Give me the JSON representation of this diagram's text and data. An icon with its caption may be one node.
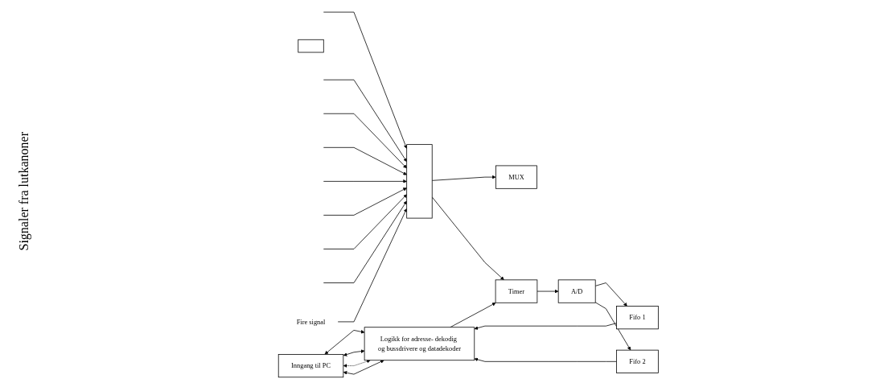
{
  "diagram": {
    "nodes": [
      {
        "text": [
          "Inngang til PC"
        ]
      },
      {
        "text": [],
        "shape": "box"
      },
      {
        "text": [
          "MUX"
        ]
      },
      {
        "text": [
          "Logikk for adresse- dekodig og bussdrivere og datadekoder"
        ]
      },
      {
        "text": [
          "Timer"
        ]
      },
      {
        "text": [
          "A/D"
        ]
      },
      {
        "text": [
          "Fifo 1"
        ]
      },
      {
        "text": [
          "Fifo 2"
        ]
      },
      {
        "text": [],
        "shape": "bar"
      },
      {
        "text": [
          "Fire signal"
        ]
      }
    ],
    "edges": [
      {
        "from": 0,
        "to": 3,
        "arrow": "both"
      },
      {
        "from": 0,
        "to": 3,
        "arrow": "both"
      },
      {
        "from": 0,
        "to": 3,
        "arrow": "both",
        "style": "dashed"
      },
      {
        "from": 0,
        "to": 3,
        "arrow": "both"
      },
      {
        "from": null,
        "to": 8,
        "arrow": "to"
      },
      {
        "from": null,
        "to": 8,
        "arrow": "to"
      },
      {
        "from": null,
        "to": 8,
        "arrow": "to"
      },
      {
        "from": null,
        "to": 8,
        "arrow": "to"
      },
      {
        "from": null,
        "to": 8,
        "arrow": "to"
      },
      {
        "from": null,
        "to": 8,
        "arrow": "to"
      },
      {
        "from": null,
        "to": 8,
        "arrow": "to"
      },
      {
        "from": null,
        "to": 8,
        "arrow": "to"
      },
      {
        "from": 9,
        "to": 8,
        "arrow": "to"
      },
      {
        "from": 8,
        "to": 2,
        "arrow": "to"
      },
      {
        "from": 3,
        "to": 4,
        "arrow": "to"
      },
      {
        "from": 4,
        "to": 5,
        "arrow": "to"
      },
      {
        "from": 5,
        "to": 6,
        "arrow": "to"
      },
      {
        "from": 5,
        "to": 7,
        "arrow": "to"
      },
      {
        "from": 6,
        "to": 3,
        "arrow": "to"
      },
      {
        "from": 7,
        "to": 3,
        "arrow": "to"
      },
      {
        "from": 8,
        "to": 4,
        "arrow": "to"
      }
    ],
    "labels": [
      "Signaler fra lutkanoner"
    ]
  }
}
